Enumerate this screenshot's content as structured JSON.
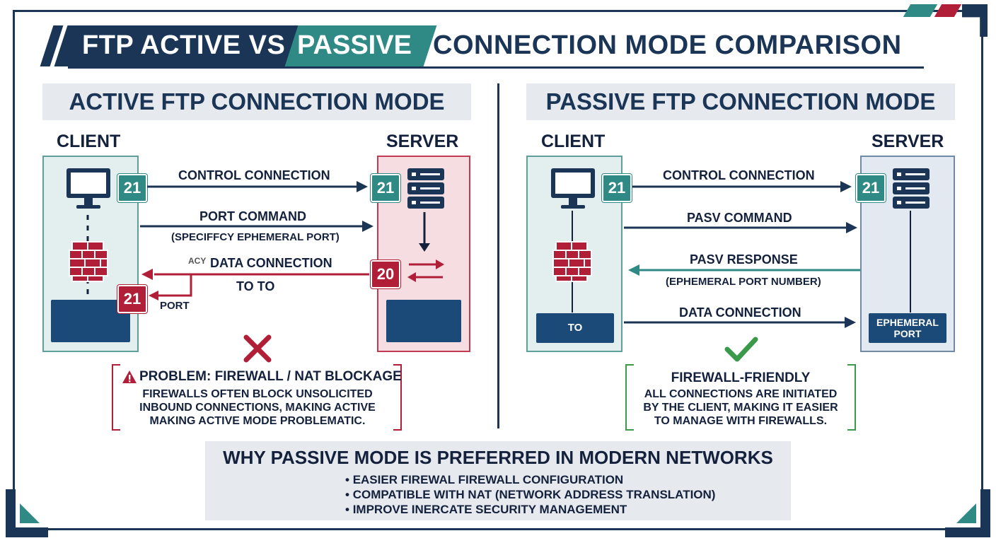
{
  "title": {
    "part1": "FTP ACTIVE VS",
    "part2": "PASSIVE",
    "part3": "CONNECTION MODE COMPARISON"
  },
  "active": {
    "heading": "ACTIVE FTP CONNECTION MODE",
    "client_label": "CLIENT",
    "server_label": "SERVER",
    "client_port": "21",
    "server_control_port": "21",
    "server_data_port": "20",
    "client_data_port": "21",
    "control_label": "CONTROL CONNECTION",
    "port_cmd_label": "PORT COMMAND",
    "port_cmd_sub": "(SPECIFFCY EPHEMERAL PORT)",
    "data_prefix": "ACY",
    "data_label": "DATA CONNECTION",
    "data_sub": "TO TO",
    "port_small": "PORT",
    "note_title": "PROBLEM: FIREWALL / NAT BLOCKAGE",
    "note_body": [
      "FIREWALLS OFTEN BLOCK UNSOLICITED",
      "INBOUND CONNECTIONS, MAKING ACTIVE",
      "MAKING ACTIVE MODE PROBLEMATIC."
    ]
  },
  "passive": {
    "heading": "PASSIVE FTP CONNECTION MODE",
    "client_label": "CLIENT",
    "server_label": "SERVER",
    "client_port": "21",
    "server_port": "21",
    "control_label": "CONTROL CONNECTION",
    "pasv_cmd_label": "PASV COMMAND",
    "pasv_resp_label": "PASV RESPONSE",
    "pasv_resp_sub": "(EPHEMERAL PORT NUMBER)",
    "data_label": "DATA CONNECTION",
    "client_box": "TO",
    "server_box": [
      "EPHEMERAL",
      "PORT"
    ],
    "note_title": "FIREWALL-FRIENDLY",
    "note_body": [
      "ALL CONNECTIONS ARE INITIATED",
      "BY THE CLIENT, MAKING IT EASIER",
      "TO MANAGE WITH FIREWALLS."
    ]
  },
  "why": {
    "title": "WHY PASSIVE MODE IS PREFERRED IN MODERN NETWORKS",
    "items": [
      "EASIER FIREWAL FIREWALL CONFIGURATION",
      "COMPATIBLE WITH NAT (NETWORK ADDRESS TRANSLATION)",
      "IMPROVE INERCATE SECURITY MANAGEMENT"
    ]
  },
  "colors": {
    "navy": "#1b3556",
    "teal": "#2f8a85",
    "red": "#b01e37",
    "green": "#3a9a4a"
  }
}
